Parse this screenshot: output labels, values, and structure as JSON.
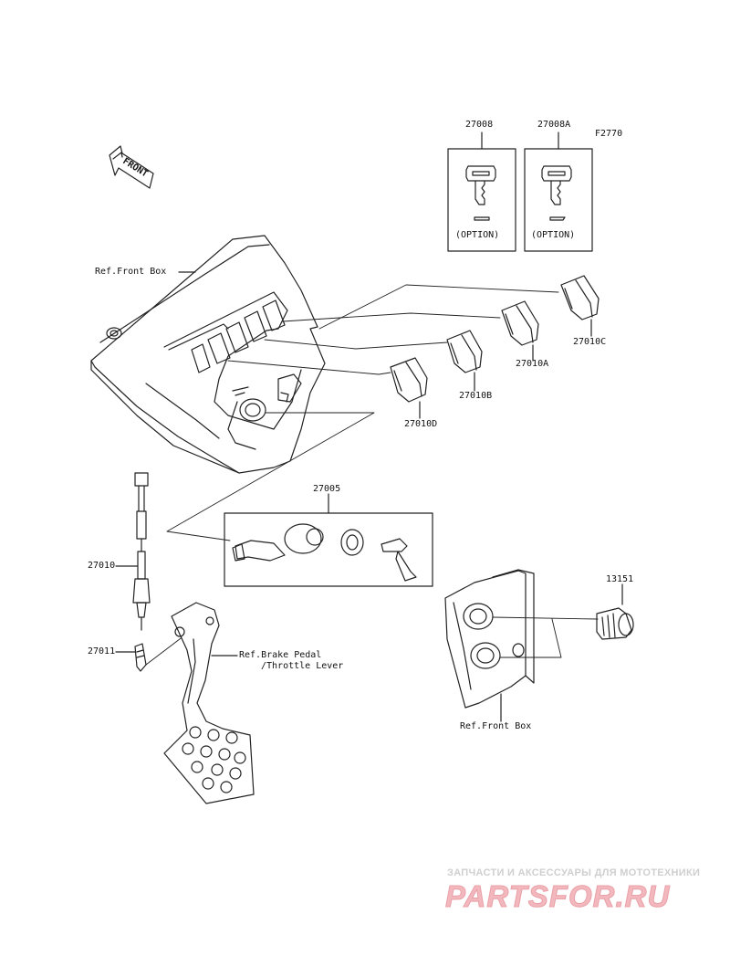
{
  "figure_code": "F2770",
  "front_arrow_text": "FRONT",
  "parts": {
    "p27008": "27008",
    "p27008A": "27008A",
    "p27005": "27005",
    "p27010": "27010",
    "p27010A": "27010A",
    "p27010B": "27010B",
    "p27010C": "27010C",
    "p27010D": "27010D",
    "p27011": "27011",
    "p13151": "13151"
  },
  "option_label": "(OPTION)",
  "refs": {
    "front_box_top": "Ref.Front Box",
    "front_box_bottom": "Ref.Front Box",
    "brake_pedal_line1": "Ref.Brake Pedal",
    "brake_pedal_line2": "/Throttle Lever"
  },
  "watermark": {
    "tagline": "ЗАПЧАСТИ И АКСЕССУАРЫ ДЛЯ МОТОТЕХНИКИ",
    "logo": "PARTSFOR.RU"
  }
}
